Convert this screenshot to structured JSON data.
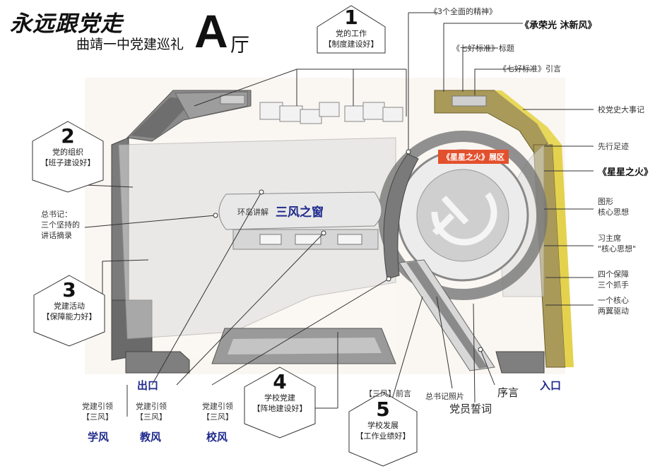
{
  "header": {
    "title": "永远跟党走",
    "subtitle": "曲靖一中党建巡礼",
    "hall_letter": "A",
    "hall_char": "厅"
  },
  "sections": [
    {
      "num": "1",
      "name": "党的工作",
      "sub": "【制度建设好】"
    },
    {
      "num": "2",
      "name": "党的组织",
      "sub": "【班子建设好】"
    },
    {
      "num": "3",
      "name": "党建活动",
      "sub": "【保障能力好】"
    },
    {
      "num": "4",
      "name": "学校党建",
      "sub": "【阵地建设好】"
    },
    {
      "num": "5",
      "name": "学校发展",
      "sub": "【工作业绩好】"
    }
  ],
  "labels": {
    "three_full": "《3个全面的精神》",
    "chengrong": "《承荣光 沐新风》",
    "qihao_title": "《七好标准》标题",
    "qihao_intro": "《七好标准》引言",
    "party_history": "校党史大事记",
    "pioneer": "先行足迹",
    "spark": "《星星之火》",
    "graphic_line1": "图形",
    "graphic_line2": "核心思想",
    "xi_line1": "习主席",
    "xi_line2": "\"核心思想\"",
    "four_line1": "四个保障",
    "four_line2": "三个抓手",
    "one_line1": "一个核心",
    "one_line2": "两翼驱动",
    "secretary_line1": "总书记：",
    "secretary_line2": "三个坚持的",
    "secretary_line3": "讲话摘录",
    "spark_zone": "《星星之火》展区",
    "window_pre": "环岛讲解",
    "window_title": "三风之窗",
    "exit": "出口",
    "entrance": "入口",
    "preface": "序言",
    "oath": "党员誓词",
    "photo": "总书记照片",
    "three_wind_pre": "【三风】前言",
    "lead1_line1": "党建引领",
    "lead1_line2": "【三风】",
    "lead1_word": "学风",
    "lead2_line1": "党建引领",
    "lead2_line2": "【三风】",
    "lead2_word": "教风",
    "lead3_line1": "党建引领",
    "lead3_line2": "【三风】",
    "lead3_word": "校风"
  }
}
